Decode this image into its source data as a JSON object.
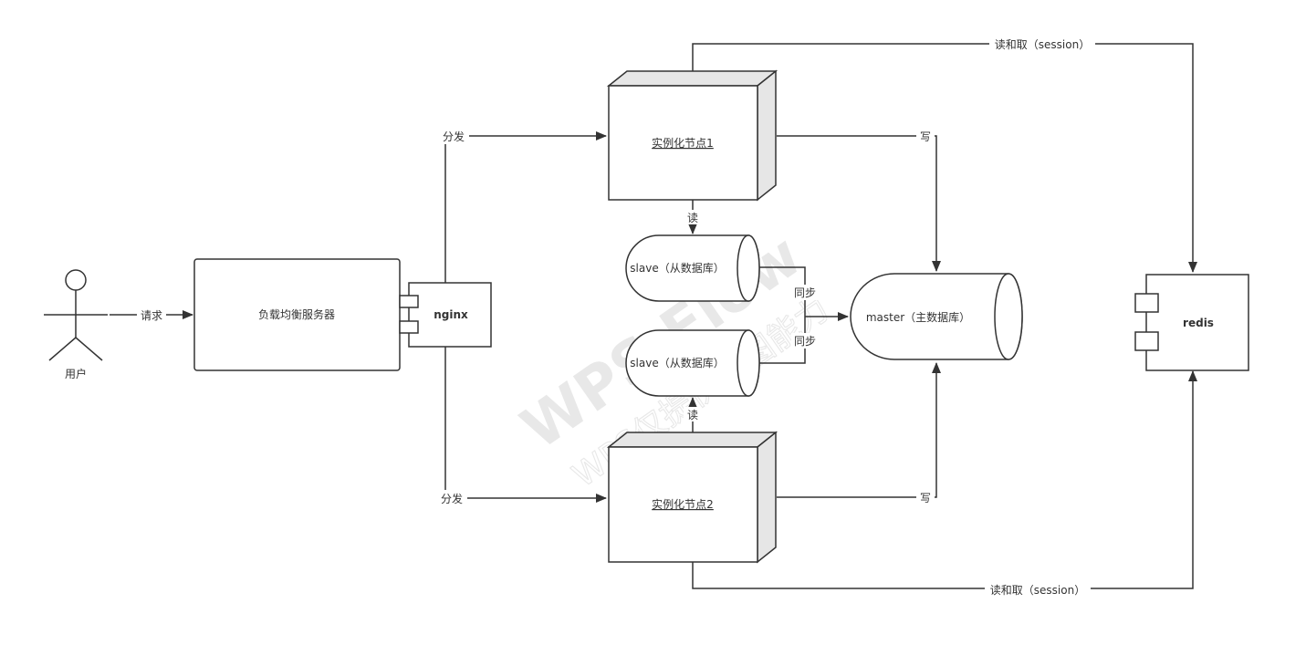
{
  "nodes": {
    "user": "用户",
    "load_balancer": "负载均衡服务器",
    "nginx": "nginx",
    "instance1": "实例化节点1",
    "instance2": "实例化节点2",
    "slave1": "slave（从数据库）",
    "slave2": "slave（从数据库）",
    "master": "master（主数据库）",
    "redis": "redis"
  },
  "edges": {
    "request": "请求",
    "dispatch1": "分发",
    "dispatch2": "分发",
    "read1": "读",
    "read2": "读",
    "write1": "写",
    "write2": "写",
    "sync1": "同步",
    "sync2": "同步",
    "session_top": "读和取（session）",
    "session_bottom": "读和取（session）"
  },
  "watermark": {
    "title": "WPS Flow",
    "subtitle": "WPS仅提供作图能力"
  }
}
